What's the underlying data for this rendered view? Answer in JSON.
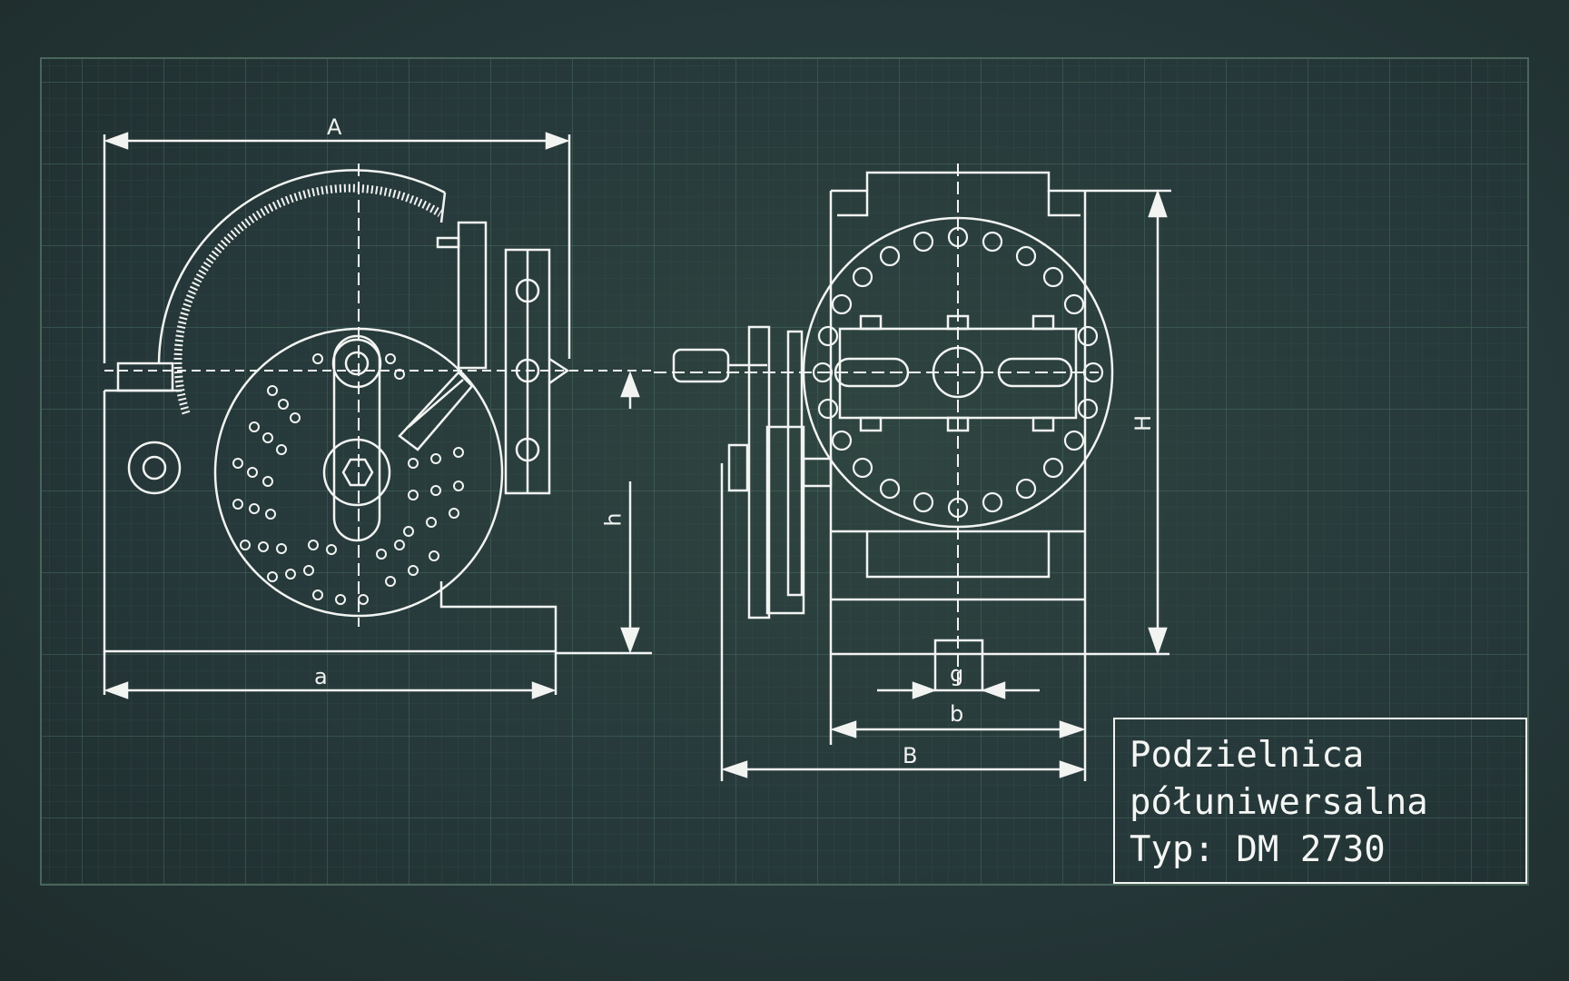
{
  "title_block": {
    "line1": "Podzielnica",
    "line2": "półuniwersalna",
    "line3": "Typ: DM 2730"
  },
  "dimensions": {
    "A": "A",
    "a": "a",
    "h": "h",
    "H": "H",
    "g": "g",
    "b": "b",
    "B": "B"
  },
  "colors": {
    "background": "#26383a",
    "grid": "#3d5a50",
    "ink": "#f2f4f2"
  }
}
